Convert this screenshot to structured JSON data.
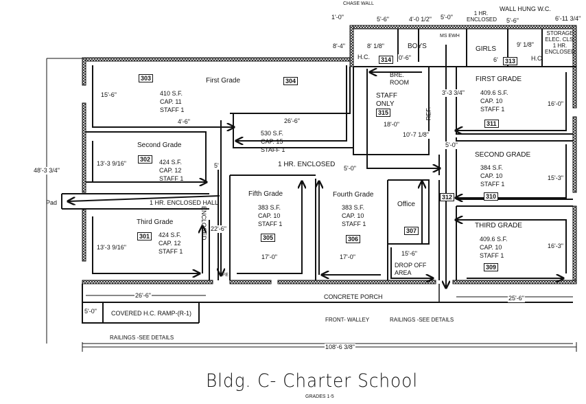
{
  "title": "Bldg. C- Charter School",
  "subtitle": "GRADES 1-5",
  "rooms": [
    {
      "name": "First Grade",
      "number": "303",
      "sf": "410 S.F.",
      "cap": "CAP. 11",
      "staff": "STAFF 1"
    },
    {
      "name": "",
      "number": "304",
      "sf": "530 S.F.",
      "cap": "CAP. 15",
      "staff": "STAFF 1"
    },
    {
      "name": "Second Grade",
      "number": "302",
      "sf": "424 S.F.",
      "cap": "CAP. 12",
      "staff": "STAFF 1"
    },
    {
      "name": "Third Grade",
      "number": "301",
      "sf": "424 S.F.",
      "cap": "CAP. 12",
      "staff": "STAFF 1"
    },
    {
      "name": "Fifth Grade",
      "number": "305",
      "sf": "383 S.F.",
      "cap": "CAP. 10",
      "staff": "STAFF 1"
    },
    {
      "name": "Fourth Grade",
      "number": "306",
      "sf": "383 S.F.",
      "cap": "CAP. 10",
      "staff": "STAFF 1"
    },
    {
      "name": "Office",
      "number": "307"
    },
    {
      "name": "Staff Only",
      "number": "315"
    },
    {
      "name": "First Grade",
      "number": "311",
      "sf": "409.6 S.F.",
      "cap": "CAP. 10",
      "staff": "STAFF 1"
    },
    {
      "name": "Second Grade",
      "number": "310",
      "sf": "384 S.F.",
      "cap": "CAP. 10",
      "staff": "STAFF 1"
    },
    {
      "name": "Third Grade",
      "number": "309",
      "sf": "409.6 S.F.",
      "cap": "CAP. 10",
      "staff": "STAFF 1"
    },
    {
      "name": "Boys",
      "number": "314"
    },
    {
      "name": "Girls",
      "number": "313"
    },
    {
      "name": "",
      "number": "312"
    }
  ],
  "labels": {
    "hall_west": "1 HR. Enclosed Hall",
    "hall_center": "1 HR. Enclosed",
    "enclosed_vertical": "Enclosed",
    "break_room": "Bre. Room",
    "ref": "Ref.",
    "drop_off": "Drop Off Area",
    "pad": "Pad",
    "concrete_porch": "Concrete Porch",
    "ramp": "Covered H.C. Ramp-(R-1)",
    "railings_left": "Railings -See Details",
    "railings_right": "Railings -See Details",
    "front": "Front- Walley",
    "storage": "Storage Elec. Cls. 1 HR. Enclosed",
    "wall_hung": "Wall Hung W.C.",
    "enclosed_top": "1 HR. Enclosed",
    "chase_wall": "Chase Wall",
    "hc_left": "H.C.",
    "hc_right": "H.C.",
    "ms_ewh": "MS EWH",
    "fe": "FE"
  },
  "dimensions": {
    "overall_width": "108'-6 3/8\"",
    "overall_depth": "48'-3 3/4\"",
    "d_15_6_left": "15'-6\"",
    "d_13_3_a": "13'-3 9/16\"",
    "d_13_3_b": "13'-3 9/16\"",
    "d_26_6_top": "26'-6\"",
    "d_26_6_bottom": "26'-6\"",
    "d_4_6": "4'-6\"",
    "d_5": "5'",
    "d_22_6": "22'-6\"",
    "d_17_0_a": "17'-0\"",
    "d_17_0_b": "17'-0\"",
    "d_18_0": "18'-0\"",
    "d_10_7": "10'-7 1/8\"",
    "d_5_0_hall": "5'-0\"",
    "d_5_0_ramp": "5'-0\"",
    "d_15_6_drop": "15'-6\"",
    "d_25_6": "25'-6\"",
    "d_16_0": "16'-0\"",
    "d_15_3": "15'-3\"",
    "d_16_3": "16'-3\"",
    "d_3_3": "3'-3 3/4\"",
    "d_5_0_right": "5'-0\"",
    "d_1_0": "1'-0\"",
    "d_5_6": "5'-6\"",
    "d_4_0": "4'-0 1/2\"",
    "d_5_0_top": "5'-0\"",
    "d_5_6b": "5'-6\"",
    "d_6_11": "6'-11 3/4\"",
    "d_8_4": "8'-4\"",
    "d_8_8": "8' 1/8\"",
    "d_0_6": "0'-6\"",
    "d_6": "6'",
    "d_9_1": "9' 1/8\""
  },
  "colors": {
    "line": "#111111",
    "background": "#ffffff"
  }
}
